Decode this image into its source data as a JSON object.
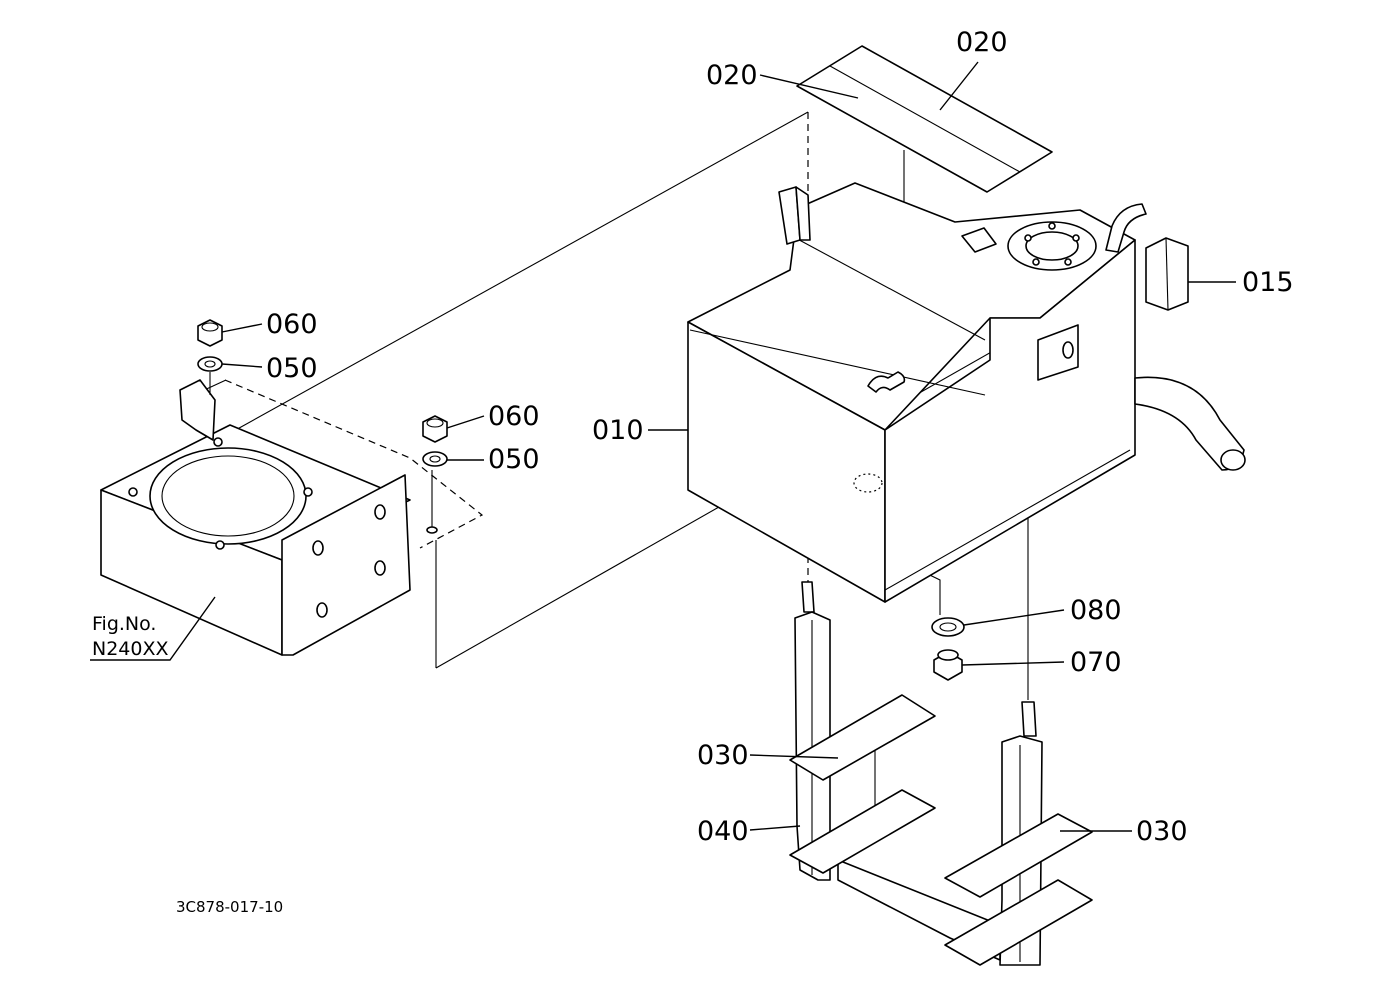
{
  "callouts": {
    "c010": "010",
    "c015": "015",
    "c020a": "020",
    "c020b": "020",
    "c030a": "030",
    "c030b": "030",
    "c040": "040",
    "c050a": "050",
    "c050b": "050",
    "c060a": "060",
    "c060b": "060",
    "c070": "070",
    "c080": "080"
  },
  "figure_ref": {
    "line1": "Fig.No.",
    "line2": "N240XX"
  },
  "drawing_code": "3C878-017-10"
}
